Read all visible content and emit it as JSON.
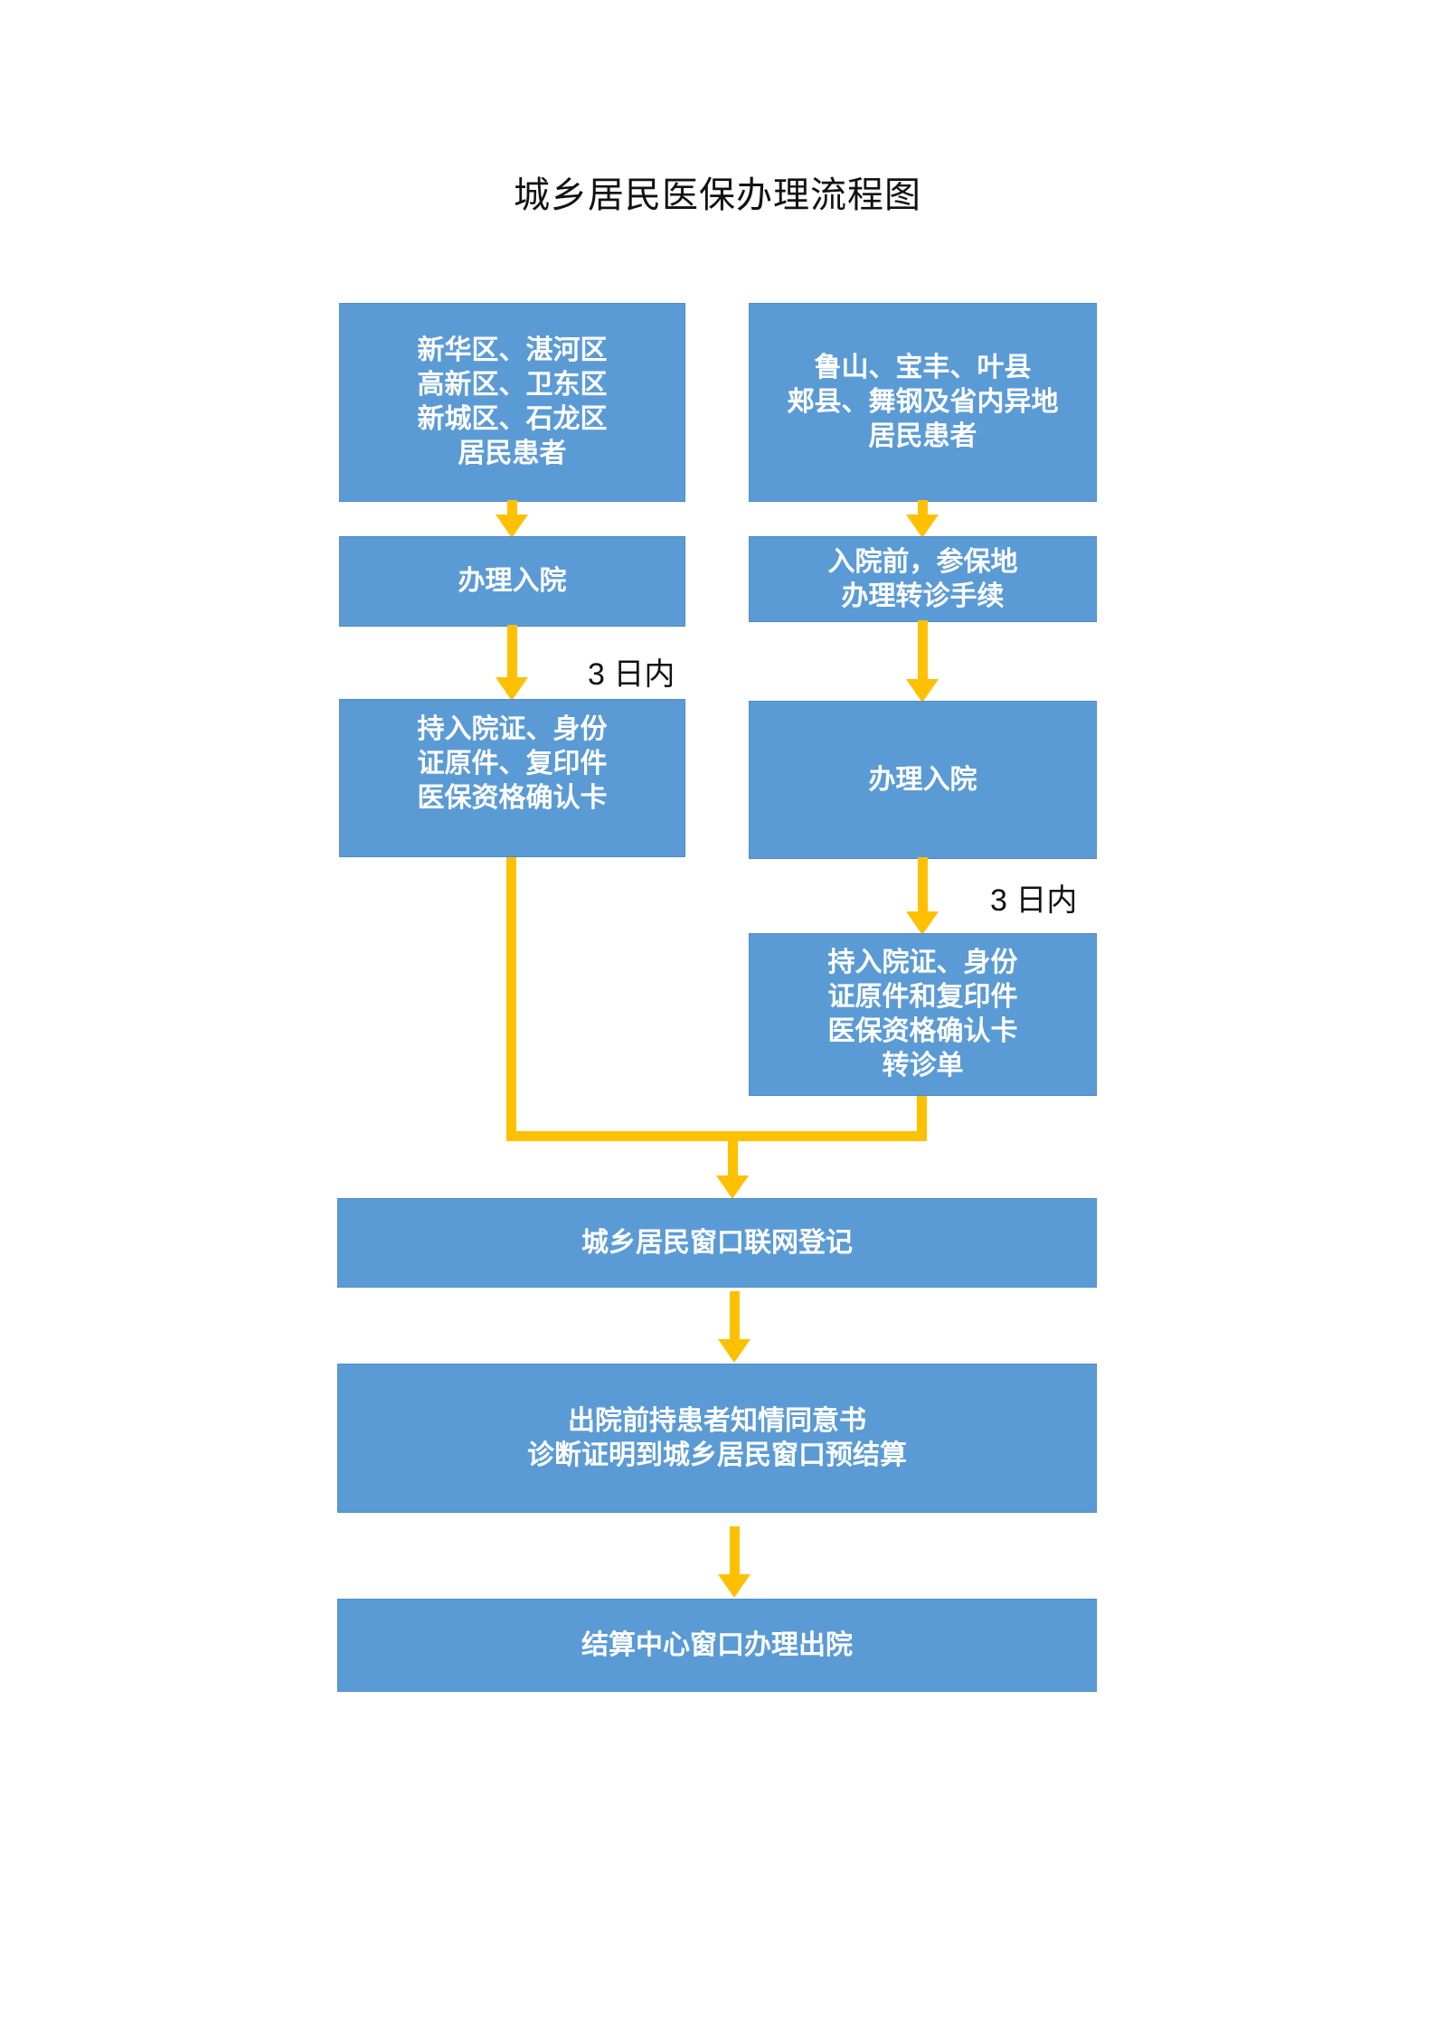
{
  "title": "城乡居民医保办理流程图",
  "colors": {
    "node_fill": "#5B9BD5",
    "node_border": "#4e8ac8",
    "node_text": "#ffffff",
    "arrow": "#FFC000",
    "label_text": "#111111"
  },
  "labels": {
    "left_duration": "3 日内",
    "right_duration": "3 日内"
  },
  "boxes": {
    "l1": {
      "lines": [
        "新华区、湛河区",
        "高新区、卫东区",
        "新城区、石龙区",
        "居民患者"
      ]
    },
    "l2": {
      "lines": [
        "办理入院"
      ]
    },
    "l3": {
      "lines": [
        "持入院证、身份",
        "证原件、复印件",
        "医保资格确认卡"
      ]
    },
    "r1": {
      "lines": [
        "鲁山、宝丰、叶县",
        "郏县、舞钢及省内异地",
        "居民患者"
      ]
    },
    "r2": {
      "lines": [
        "入院前，参保地",
        "办理转诊手续"
      ]
    },
    "r3": {
      "lines": [
        "办理入院"
      ]
    },
    "r4": {
      "lines": [
        "持入院证、身份",
        "证原件和复印件",
        "医保资格确认卡",
        "转诊单"
      ]
    },
    "w1": {
      "lines": [
        "城乡居民窗口联网登记"
      ]
    },
    "w2": {
      "lines": [
        "出院前持患者知情同意书",
        "诊断证明到城乡居民窗口预结算"
      ]
    },
    "w3": {
      "lines": [
        "结算中心窗口办理出院"
      ]
    }
  }
}
